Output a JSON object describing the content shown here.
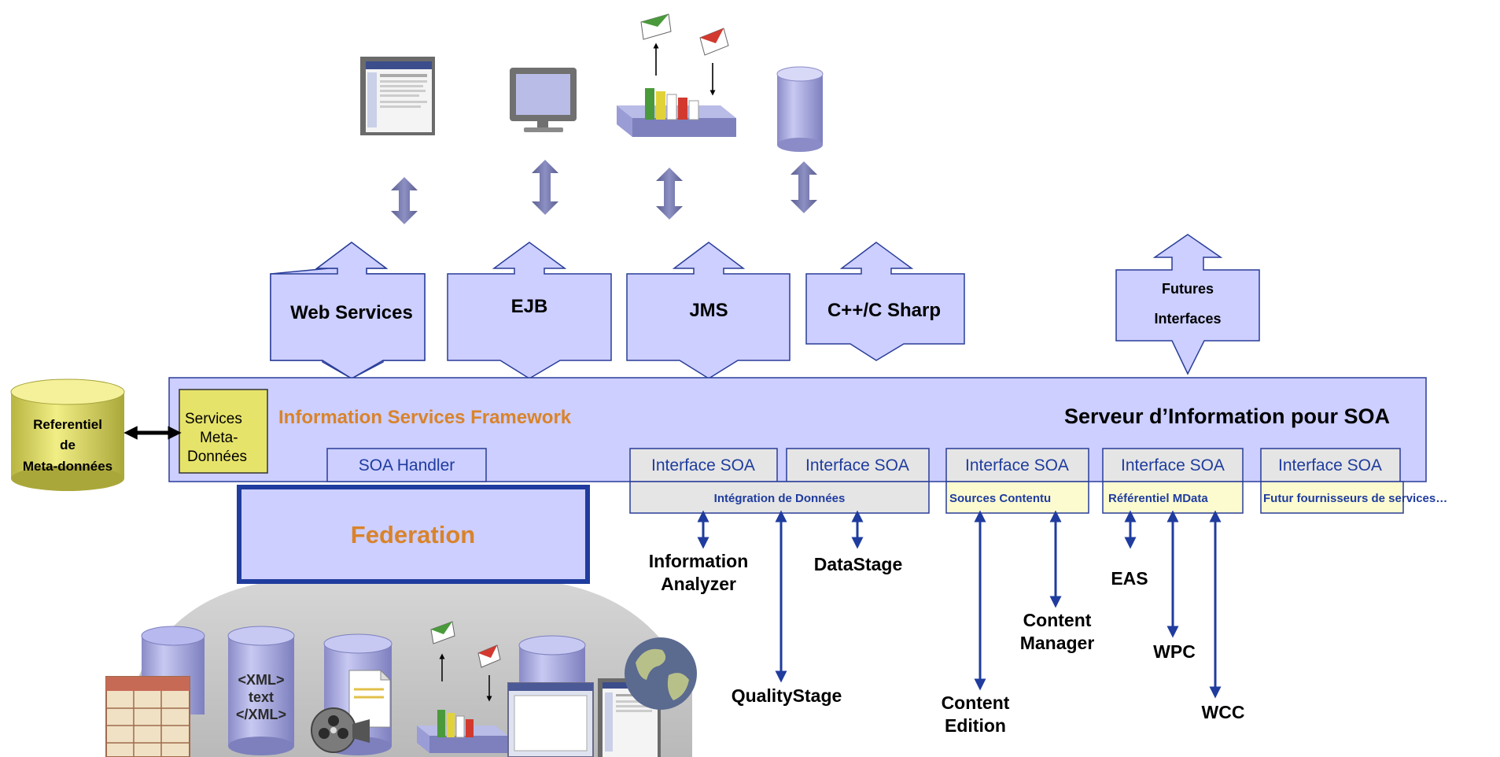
{
  "interfaces_top": {
    "web_services": "Web Services",
    "ejb": "EJB",
    "jms": "JMS",
    "cpp": "C++/C Sharp",
    "futures_line1": "Futures",
    "futures_line2": "Interfaces"
  },
  "framework": {
    "title": "Information Services Framework",
    "server_title": "Serveur d’Information pour SOA",
    "services_meta_line1": "Services",
    "services_meta_line2": "Meta-",
    "services_meta_line3": "Données",
    "soa_handler": "SOA Handler",
    "interface_soa": [
      "Interface SOA",
      "Interface SOA",
      "Interface SOA",
      "Interface SOA",
      "Interface SOA"
    ]
  },
  "providers": {
    "integration": "Intégration de Données",
    "sources": "Sources Contentu",
    "referentiel": "Référentiel MData",
    "futur": "Futur fournisseurs de services…"
  },
  "referentiel_db": {
    "line1": "Referentiel",
    "line2": "de",
    "line3": "Meta-données"
  },
  "federation": "Federation",
  "tools": {
    "info_analyzer_1": "Information",
    "info_analyzer_2": "Analyzer",
    "datastage": "DataStage",
    "qualitystage": "QualityStage",
    "content_edition_1": "Content",
    "content_edition_2": "Edition",
    "content_manager_1": "Content",
    "content_manager_2": "Manager",
    "eas": "EAS",
    "wpc": "WPC",
    "wcc": "WCC"
  },
  "xml_db": {
    "line1": "<XML>",
    "line2": "text",
    "line3": "</XML>"
  },
  "colors": {
    "lavender": "#cccfff",
    "navy": "#1f3c9e",
    "orange": "#d9832b",
    "yellow": "#e6e36a"
  },
  "icons": [
    "web-page-icon",
    "monitor-icon",
    "message-queue-icon",
    "database-icon",
    "spreadsheet-icon",
    "film-reel-icon",
    "document-icon",
    "globe-icon"
  ]
}
